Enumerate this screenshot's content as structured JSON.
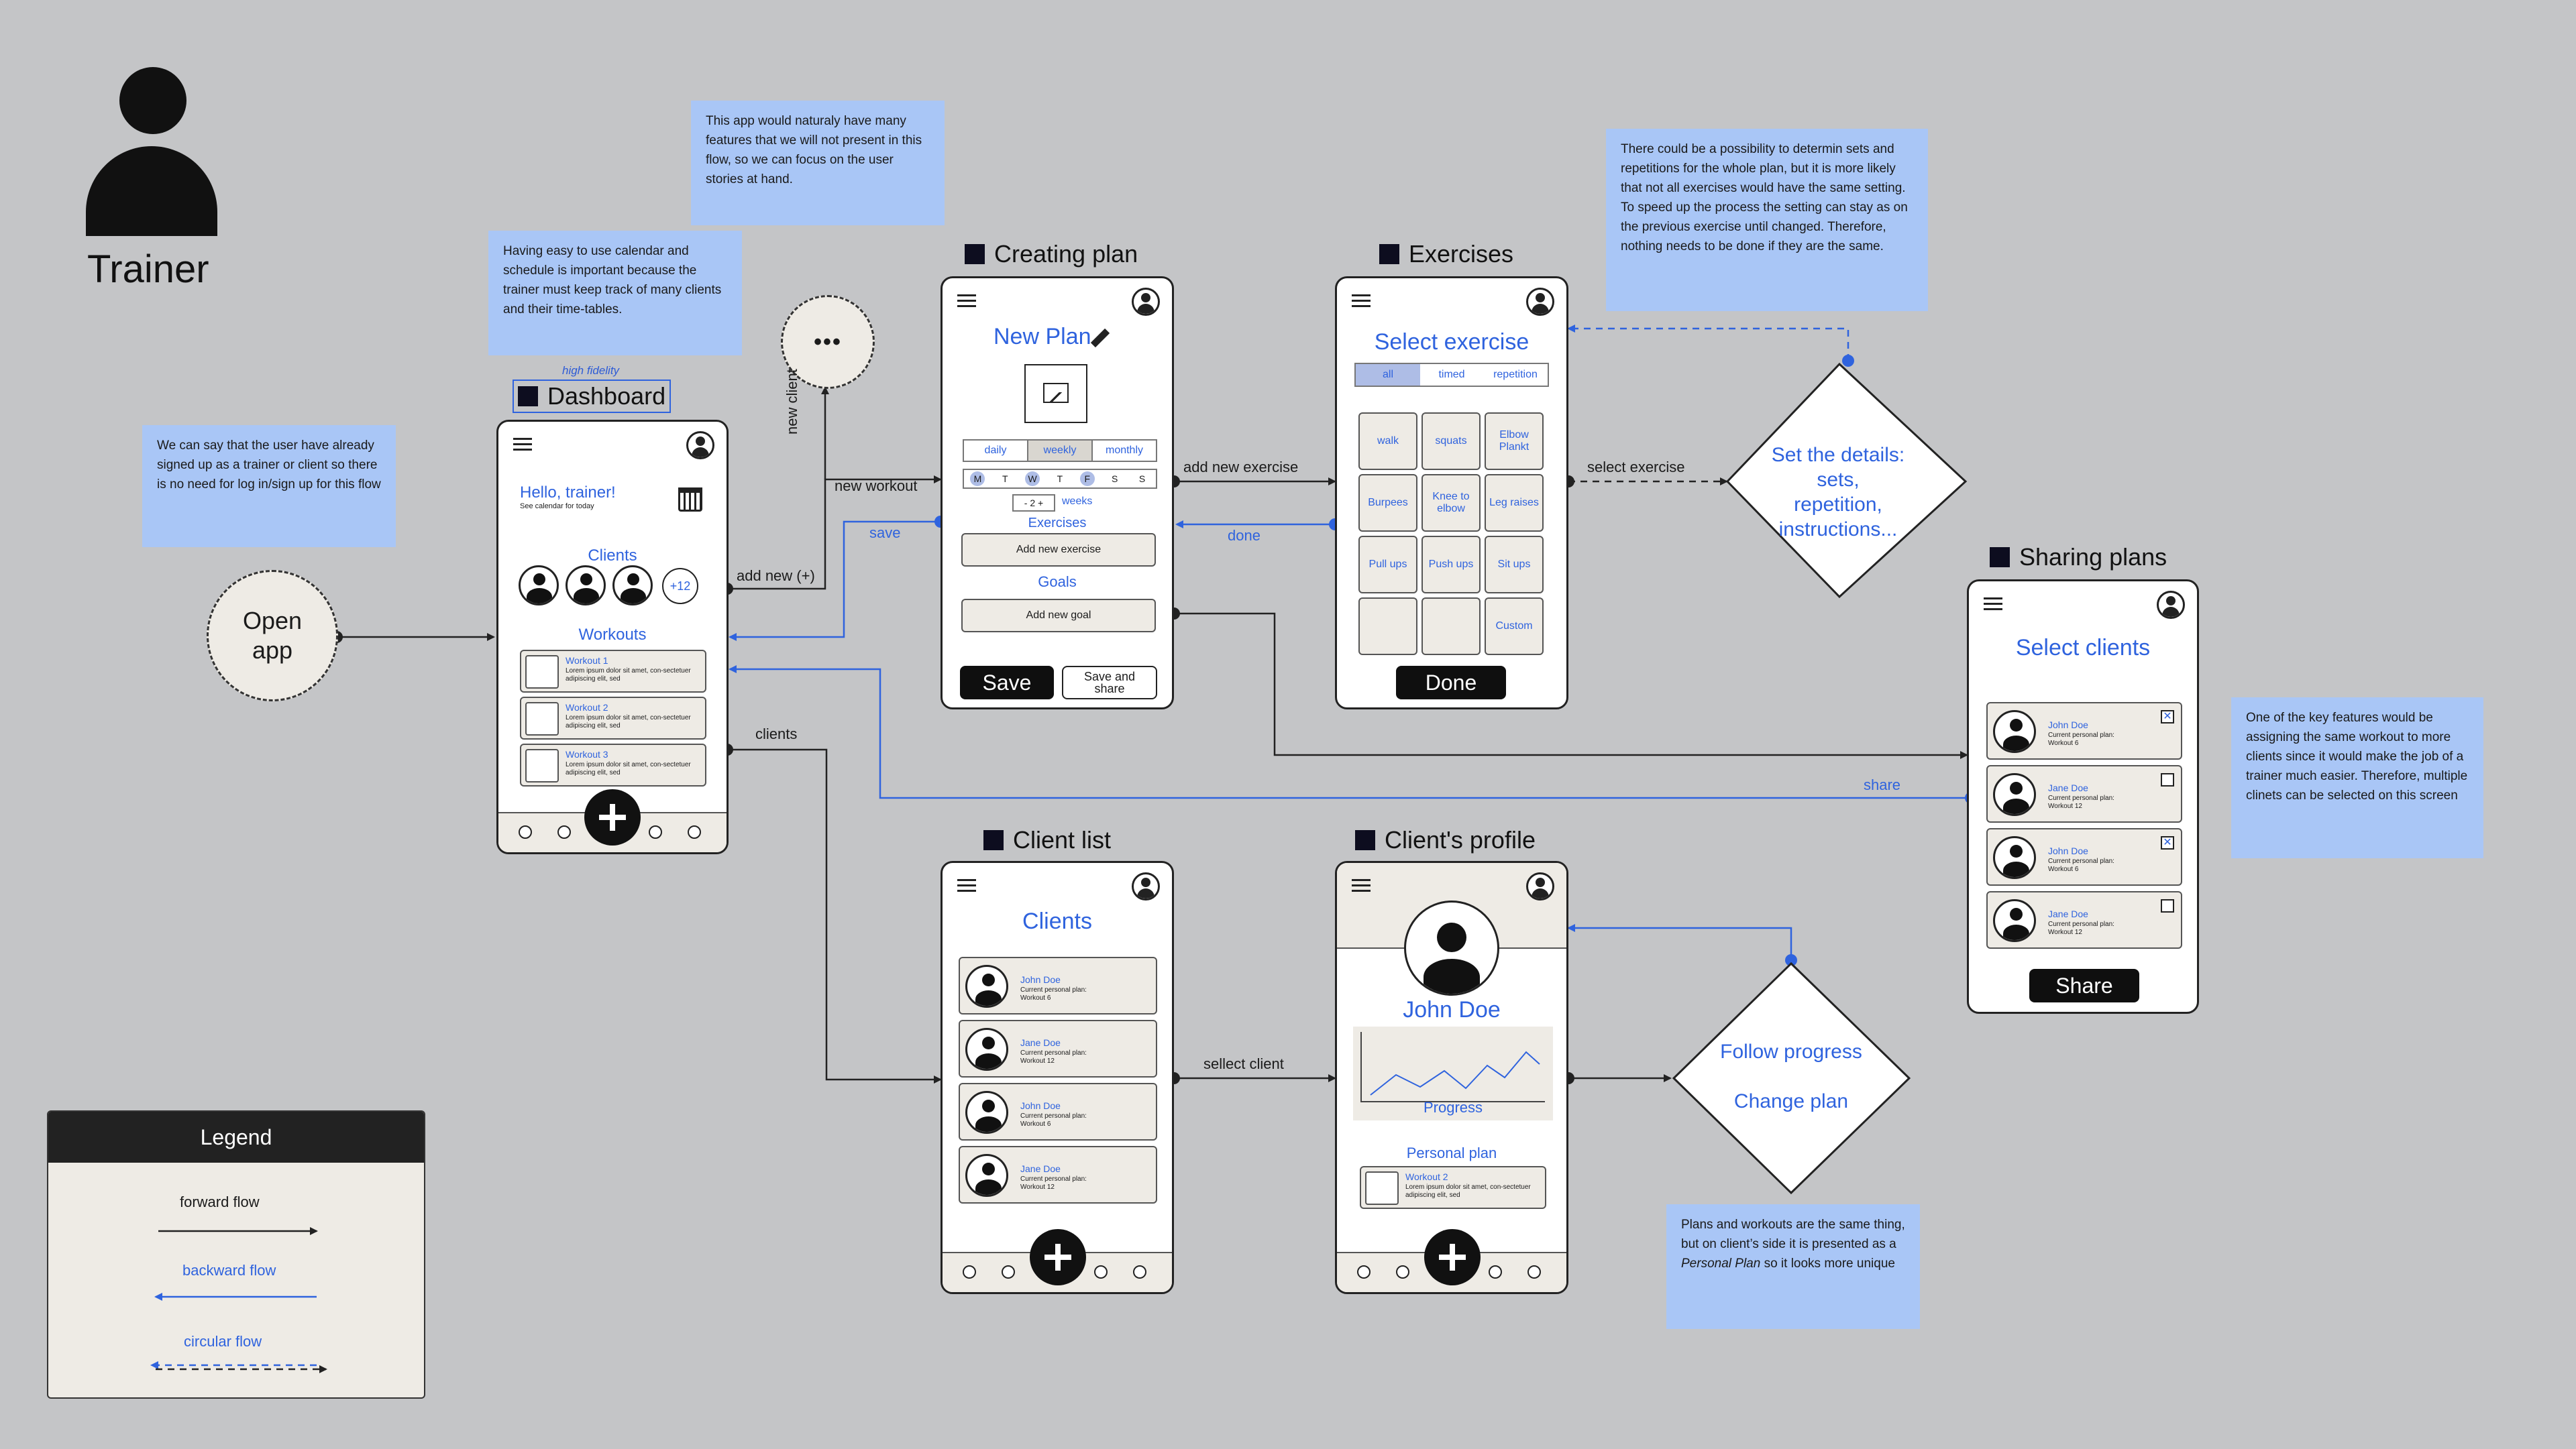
{
  "role": "Trainer",
  "start": {
    "label": "Open app"
  },
  "more_node": "•••",
  "notes": {
    "signup": "We can say that the user have already signed up as a trainer or client so there is no need for log in/sign up for this flow",
    "calendar": "Having easy to use calendar and schedule is important because the trainer must keep track of many clients and their time-tables.",
    "features": "This app would naturaly have many features that we will not present in this flow, so we can focus on the user stories at hand.",
    "sets": "There could be a possibility to determin sets and repetitions for the whole plan, but it is more likely that not all exercises would have the same setting. To speed up the process the setting can stay as on the previous exercise until changed. Therefore, nothing needs to be done if they are the same.",
    "assign": "One of the key features would be assigning the same workout to more clients since it would make the job of a trainer much easier. Therefore, multiple clinets can be selected on this screen",
    "plans_pre": "Plans and workouts are the same thing, but on client’s side it is presented as a ",
    "plans_em": "Personal Plan",
    "plans_post": " so it looks more unique"
  },
  "screens": {
    "dashboard": {
      "tag": "high fidelity",
      "title": "Dashboard",
      "greeting": "Hello, trainer!",
      "greeting_sub": "See calendar for today",
      "clients_label": "Clients",
      "more_clients": "+12",
      "workouts_label": "Workouts",
      "workouts": [
        {
          "name": "Workout 1",
          "desc": "Lorem ipsum dolor sit amet, con-sectetuer adipiscing elit, sed"
        },
        {
          "name": "Workout 2",
          "desc": "Lorem ipsum dolor sit amet, con-sectetuer adipiscing elit, sed"
        },
        {
          "name": "Workout 3",
          "desc": "Lorem ipsum dolor sit amet, con-sectetuer adipiscing elit, sed"
        }
      ]
    },
    "creating_plan": {
      "title": "Creating plan",
      "heading": "New Plan",
      "freq": [
        "daily",
        "weekly",
        "monthly"
      ],
      "days": [
        "M",
        "T",
        "W",
        "T",
        "F",
        "S",
        "S"
      ],
      "stepper": "- 2 +",
      "weeks": "weeks",
      "exercises_label": "Exercises",
      "add_exercise": "Add new exercise",
      "goals_label": "Goals",
      "add_goal": "Add new goal",
      "save": "Save",
      "save_share": "Save and share"
    },
    "exercises": {
      "title": "Exercises",
      "heading": "Select exercise",
      "tabs": [
        "all",
        "timed",
        "repetition"
      ],
      "grid": [
        "walk",
        "squats",
        "Elbow Plankt",
        "Burpees",
        "Knee to elbow",
        "Leg raises",
        "Pull ups",
        "Push ups",
        "Sit ups",
        "",
        "",
        "Custom"
      ],
      "done": "Done"
    },
    "sharing": {
      "title": "Sharing plans",
      "heading": "Select clients",
      "clients": [
        {
          "name": "John Doe",
          "l1": "Current personal plan:",
          "l2": "Workout 6"
        },
        {
          "name": "Jane Doe",
          "l1": "Current personal plan:",
          "l2": "Workout 12"
        },
        {
          "name": "John Doe",
          "l1": "Current personal plan:",
          "l2": "Workout 6"
        },
        {
          "name": "Jane Doe",
          "l1": "Current personal plan:",
          "l2": "Workout 12"
        }
      ],
      "checks": [
        true,
        false,
        true,
        false
      ],
      "share": "Share"
    },
    "client_list": {
      "title": "Client list",
      "heading": "Clients",
      "clients": [
        {
          "name": "John Doe",
          "l1": "Current personal plan:",
          "l2": "Workout 6"
        },
        {
          "name": "Jane Doe",
          "l1": "Current personal plan:",
          "l2": "Workout 12"
        },
        {
          "name": "John Doe",
          "l1": "Current personal plan:",
          "l2": "Workout 6"
        },
        {
          "name": "Jane Doe",
          "l1": "Current personal plan:",
          "l2": "Workout 12"
        }
      ]
    },
    "client_profile": {
      "title": "Client's profile",
      "name": "John Doe",
      "progress": "Progress",
      "personal_plan": "Personal plan",
      "workout_name": "Workout 2",
      "workout_desc": "Lorem ipsum dolor sit amet, con-sectetuer adipiscing elit, sed"
    }
  },
  "decisions": {
    "details": "Set the details: sets, repetition, instructions...",
    "follow": "Follow progress",
    "change": "Change plan"
  },
  "edges": {
    "new_client": "new client",
    "new_workout": "new workout",
    "save": "save",
    "add_new": "add new (+)",
    "clients": "clients",
    "add_new_exercise": "add new exercise",
    "done": "done",
    "select_exercise": "select exercise",
    "share": "share",
    "select_client": "sellect client"
  },
  "legend": {
    "title": "Legend",
    "forward": "forward flow",
    "backward": "backward flow",
    "circular": "circular flow"
  },
  "colors": {
    "background": "#c4c5c7",
    "note": "#a9c6f6",
    "accent": "#2f63de",
    "card": "#eeebe5",
    "line": "#222222"
  }
}
